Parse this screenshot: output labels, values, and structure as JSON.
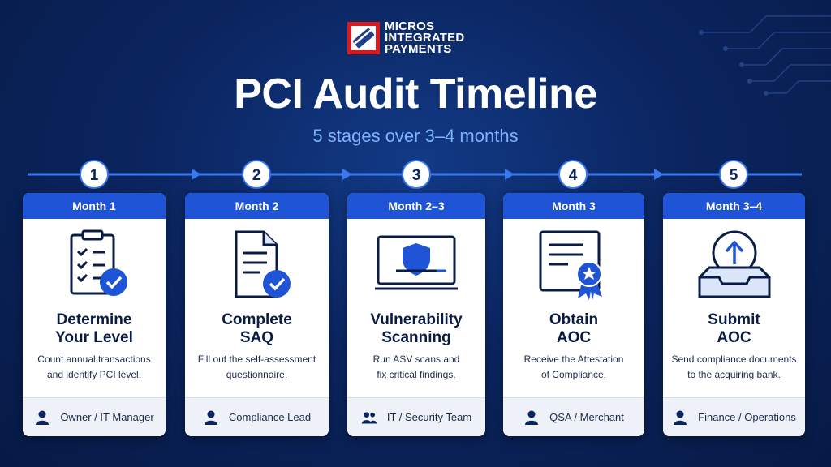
{
  "brand": {
    "line1": "MICROS",
    "line2": "INTEGRATED",
    "line3": "PAYMENTS"
  },
  "title": "PCI Audit Timeline",
  "subtitle": "5 stages over 3–4 months",
  "colors": {
    "accent": "#1f54d6",
    "background": "#0b2560",
    "subtitle": "#7fb1ff",
    "card": "#ffffff"
  },
  "stages": [
    {
      "step": "1",
      "month": "Month 1",
      "title_line1": "Determine",
      "title_line2": "Your Level",
      "desc_line1": "Count annual transactions",
      "desc_line2": "and identify PCI level.",
      "owner": "Owner / IT Manager",
      "icon": "clipboard-check-icon",
      "owner_icon": "person-icon"
    },
    {
      "step": "2",
      "month": "Month 2",
      "title_line1": "Complete",
      "title_line2": "SAQ",
      "desc_line1": "Fill out the self-assessment",
      "desc_line2": "questionnaire.",
      "owner": "Compliance Lead",
      "icon": "document-check-icon",
      "owner_icon": "person-icon"
    },
    {
      "step": "3",
      "month": "Month 2–3",
      "title_line1": "Vulnerability",
      "title_line2": "Scanning",
      "desc_line1": "Run ASV scans and",
      "desc_line2": "fix critical findings.",
      "owner": "IT / Security Team",
      "icon": "monitor-shield-icon",
      "owner_icon": "people-icon"
    },
    {
      "step": "4",
      "month": "Month 3",
      "title_line1": "Obtain",
      "title_line2": "AOC",
      "desc_line1": "Receive the Attestation",
      "desc_line2": "of Compliance.",
      "owner": "QSA / Merchant",
      "icon": "certificate-icon",
      "owner_icon": "person-icon"
    },
    {
      "step": "5",
      "month": "Month 3–4",
      "title_line1": "Submit",
      "title_line2": "AOC",
      "desc_line1": "Send compliance documents",
      "desc_line2": "to the acquiring bank.",
      "owner": "Finance / Operations",
      "icon": "upload-tray-icon",
      "owner_icon": "person-icon"
    }
  ]
}
